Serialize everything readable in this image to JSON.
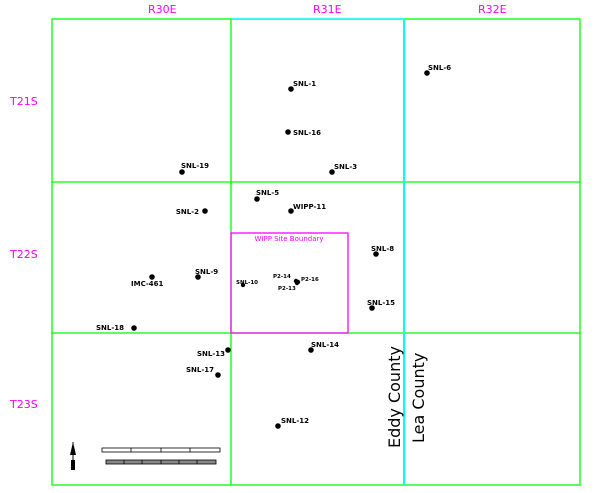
{
  "ranges": [
    "R30E",
    "R31E",
    "R32E"
  ],
  "townships": [
    "T21S",
    "T22S",
    "T23S"
  ],
  "boundary_label": "WIPP Site Boundary",
  "counties": [
    "Eddy County",
    "Lea County"
  ],
  "wells": [
    "SNL-6",
    "SNL-1",
    "SNL-16",
    "SNL-19",
    "SNL-3",
    "SNL-5",
    "SNL-2",
    "WIPP-11",
    "SNL-8",
    "SNL-9",
    "IMC-461",
    "SNL-10",
    "P2-14",
    "P2-16",
    "P2-13",
    "SNL-15",
    "SNL-18",
    "SNL-13",
    "SNL-14",
    "SNL-17",
    "SNL-12"
  ],
  "colors": {
    "grid": "#00ff00",
    "county_line": "#00ffff",
    "labels": "#ff00ff",
    "boundary": "#ff00ff"
  }
}
